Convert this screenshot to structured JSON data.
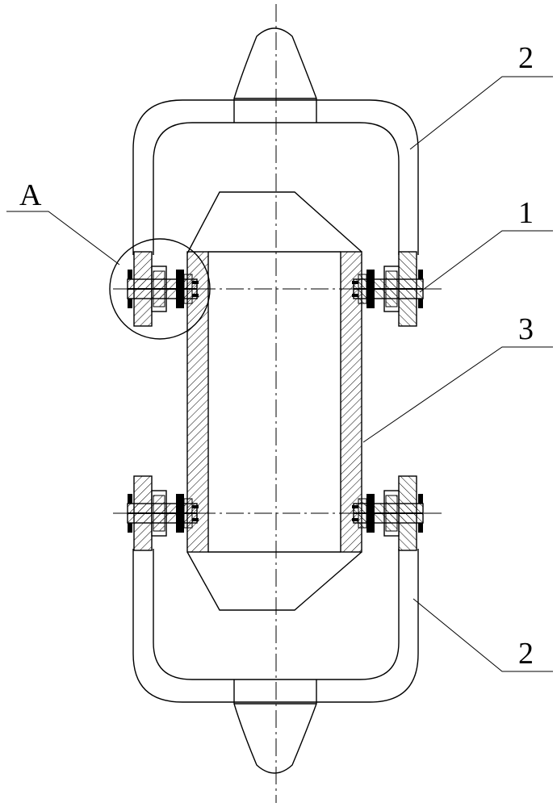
{
  "labels": {
    "detail_a": "A",
    "part_1": "1",
    "part_2_top": "2",
    "part_2_bottom": "2",
    "part_3": "3"
  },
  "colors": {
    "line": "#000000",
    "background": "#ffffff"
  }
}
